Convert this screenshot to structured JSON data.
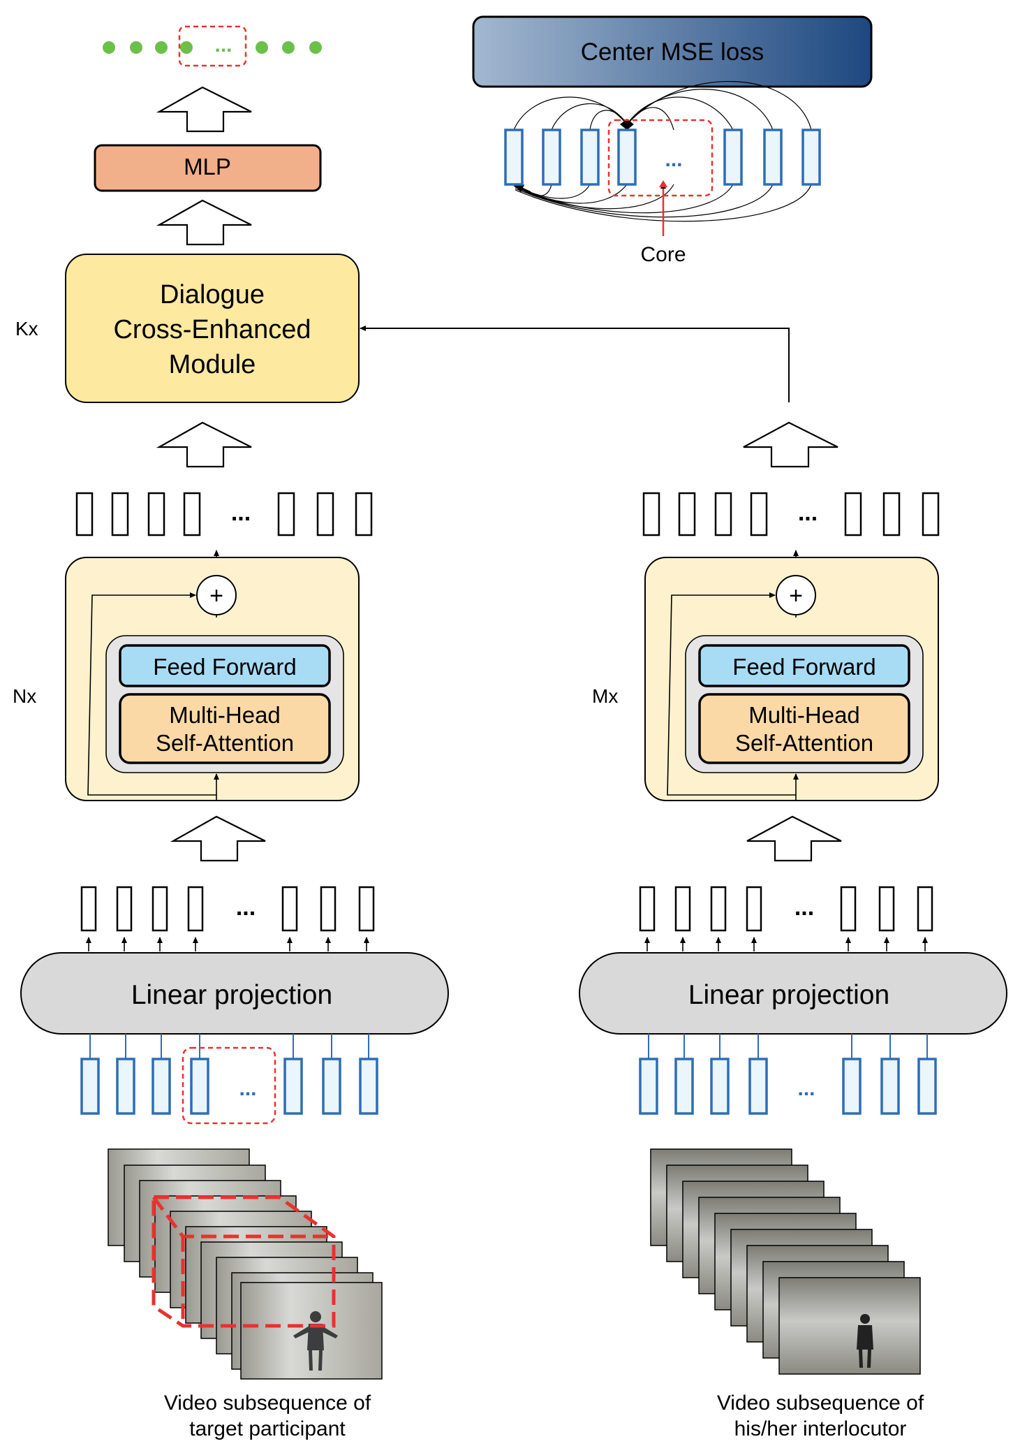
{
  "loss": {
    "label": "Center MSE loss"
  },
  "core": {
    "label": "Core"
  },
  "mlp": {
    "label": "MLP"
  },
  "dcem": {
    "line1": "Dialogue",
    "line2": "Cross-Enhanced",
    "line3": "Module"
  },
  "repeats": {
    "k": "Kx",
    "n": "Nx",
    "m": "Mx"
  },
  "encoder": {
    "ff_label": "Feed Forward",
    "mhsa_line1": "Multi-Head",
    "mhsa_line2": "Self-Attention",
    "plus_symbol": "+"
  },
  "projection": {
    "label": "Linear projection"
  },
  "ellipsis": "...",
  "captions": {
    "left_line1": "Video subsequence of",
    "left_line2": "target participant",
    "right_line1": "Video subsequence of",
    "right_line2": "his/her interlocutor"
  },
  "colors": {
    "loss_gradient_start": "#9fb6cf",
    "loss_gradient_end": "#1e4a82",
    "mlp": "#f2b08a",
    "dcem": "#fde9a0",
    "encoder_bg": "#fdf2cd",
    "ff": "#a8dcf5",
    "mhsa": "#fbd9a6",
    "token_blue": "#2e6db5",
    "token_fill": "#eaf6fb",
    "green_dot": "#6cc04a",
    "red_dash": "#e8322d",
    "projection": "#d9d9d9"
  }
}
